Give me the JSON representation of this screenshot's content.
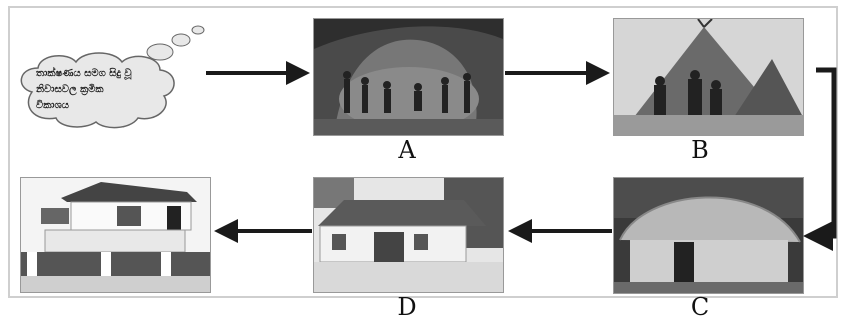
{
  "thought_bubble": {
    "lines": [
      "තාක්ෂණය සමග සිදු වූ",
      "නිවාසවල ක්‍රමික",
      "විකාශය"
    ]
  },
  "stages": [
    {
      "label": "A",
      "icon": "cave-dwelling-photo"
    },
    {
      "label": "B",
      "icon": "tent-dwelling-photo"
    },
    {
      "label": "C",
      "icon": "thatched-hut-photo"
    },
    {
      "label": "D",
      "icon": "tiled-roof-house-photo"
    }
  ],
  "final_photo": {
    "icon": "modern-two-story-house-photo"
  },
  "colors": {
    "arrow": "#1a1a1a",
    "frame": "#cfcfcf",
    "cloud_fill": "#e8e8e8",
    "cloud_stroke": "#666666"
  }
}
